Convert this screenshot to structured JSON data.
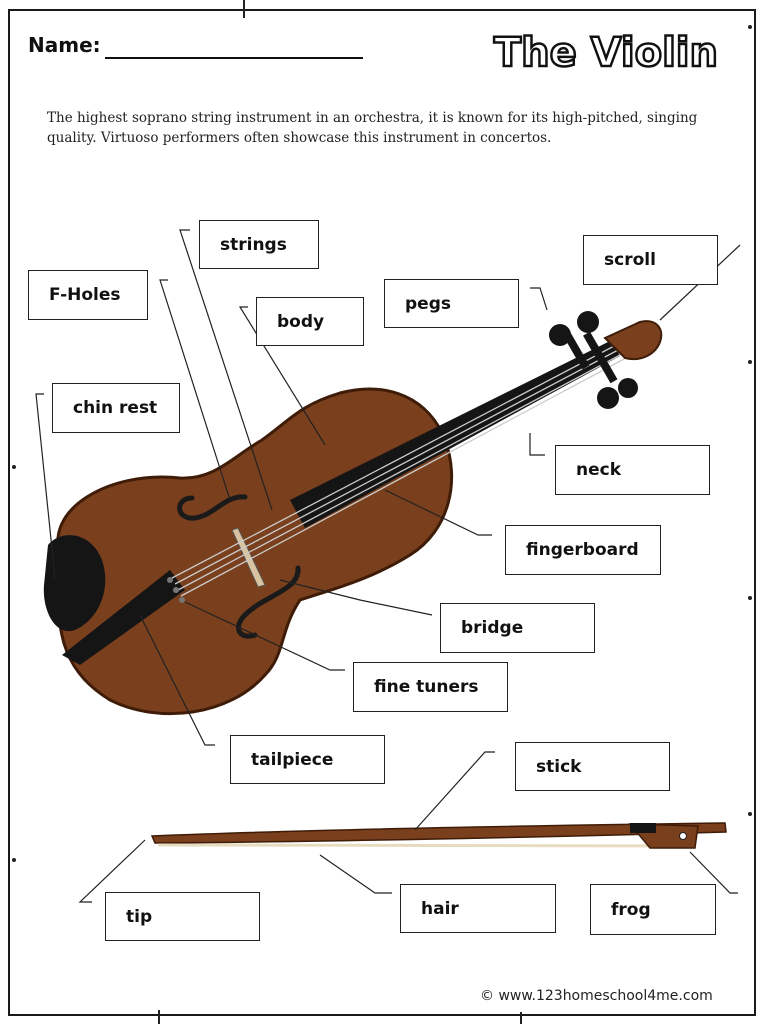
{
  "header": {
    "name_label": "Name:",
    "title": "The Violin"
  },
  "intro": {
    "text": "The highest soprano string instrument in an orchestra, it is known for its high-pitched, singing quality. Virtuoso performers often showcase this instrument in concertos."
  },
  "labels": {
    "strings": "strings",
    "f_holes": "F-Holes",
    "body": "body",
    "pegs": "pegs",
    "scroll": "scroll",
    "chin_rest": "chin rest",
    "neck": "neck",
    "fingerboard": "fingerboard",
    "bridge": "bridge",
    "fine_tuners": "fine tuners",
    "tailpiece": "tailpiece",
    "stick": "stick",
    "tip": "tip",
    "hair": "hair",
    "frog": "frog"
  },
  "footer": {
    "credit": "© www.123homeschool4me.com"
  },
  "colors": {
    "violin_body": "#7a3f1c",
    "violin_body_dark": "#4a230e",
    "fingerboard": "#151515",
    "bow_stick": "#7a3f1c"
  }
}
